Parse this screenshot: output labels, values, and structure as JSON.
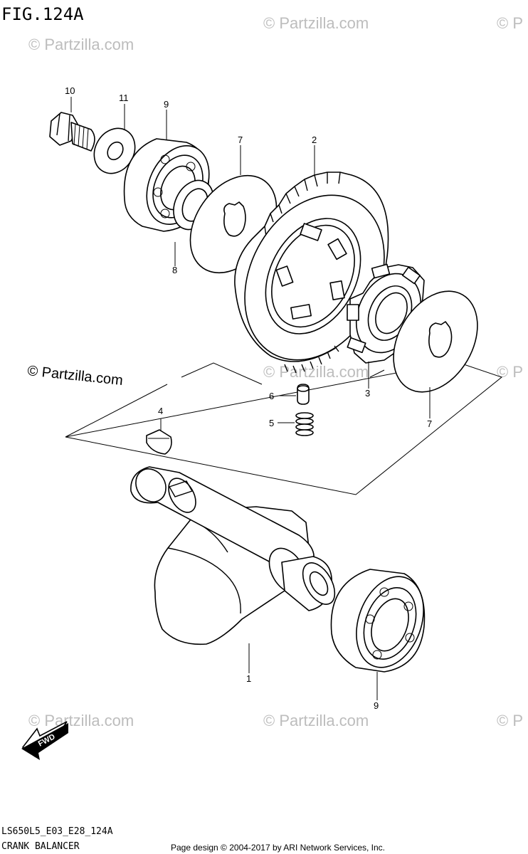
{
  "figure": {
    "title": "FIG.124A",
    "code": "LS650L5_E03_E28_124A",
    "name": "CRANK BALANCER"
  },
  "footer": {
    "credit": "Page design © 2004-2017 by ARI Network Services, Inc."
  },
  "watermarks": {
    "main": "© Partzilla.com",
    "faint": "© Partzilla.com",
    "faint_cut": "© P"
  },
  "badge": {
    "fwd": "FWD"
  },
  "callouts": {
    "c1": "1",
    "c2": "2",
    "c3": "3",
    "c4": "4",
    "c5": "5",
    "c6": "6",
    "c7a": "7",
    "c7b": "7",
    "c8": "8",
    "c9a": "9",
    "c9b": "9",
    "c10": "10",
    "c11": "11"
  }
}
